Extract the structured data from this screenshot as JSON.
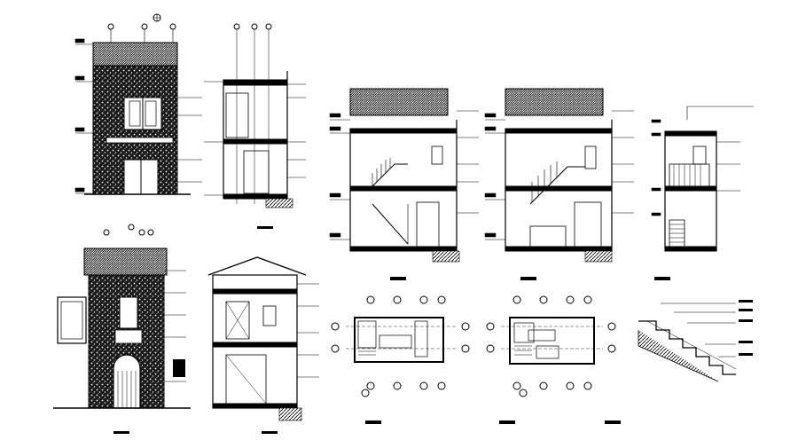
{
  "sheet": {
    "background": "#ffffff",
    "ink": "#000000"
  },
  "views": [
    {
      "id": "front-elevation-top",
      "kind": "elevation",
      "caption": ""
    },
    {
      "id": "section-top",
      "kind": "section",
      "caption": ""
    },
    {
      "id": "front-elevation-bottom",
      "kind": "elevation",
      "caption": ""
    },
    {
      "id": "section-bottom",
      "kind": "section",
      "caption": ""
    },
    {
      "id": "stair-section-1",
      "kind": "section",
      "caption": ""
    },
    {
      "id": "stair-section-2",
      "kind": "section",
      "caption": ""
    },
    {
      "id": "stair-section-3",
      "kind": "section",
      "caption": ""
    },
    {
      "id": "floor-plan-1",
      "kind": "plan",
      "caption": ""
    },
    {
      "id": "floor-plan-2",
      "kind": "plan",
      "caption": ""
    },
    {
      "id": "stair-detail",
      "kind": "detail",
      "caption": ""
    }
  ]
}
